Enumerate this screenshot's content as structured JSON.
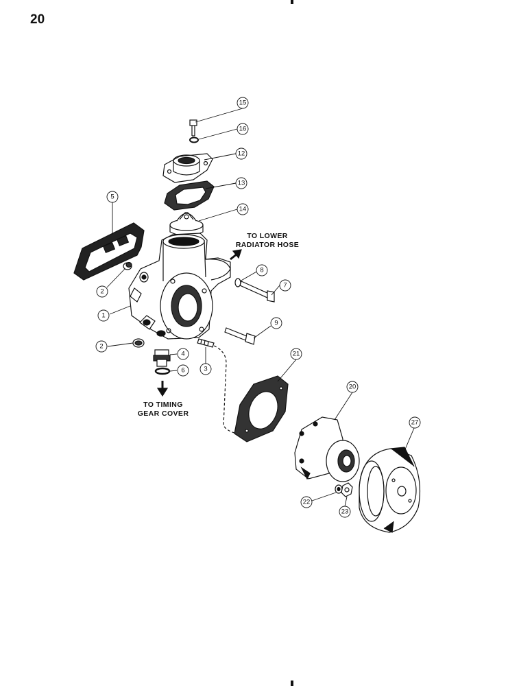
{
  "page": {
    "number": "20"
  },
  "notes": {
    "lower_hose": [
      "TO LOWER",
      "RADIATOR HOSE"
    ],
    "timing_cover": [
      "TO TIMING",
      "GEAR COVER"
    ]
  },
  "callouts": [
    {
      "id": "c15",
      "label": "15"
    },
    {
      "id": "c16",
      "label": "16"
    },
    {
      "id": "c12",
      "label": "12"
    },
    {
      "id": "c13",
      "label": "13"
    },
    {
      "id": "c5",
      "label": "5"
    },
    {
      "id": "c14",
      "label": "14"
    },
    {
      "id": "c8",
      "label": "8"
    },
    {
      "id": "c7",
      "label": "7"
    },
    {
      "id": "c2a",
      "label": "2"
    },
    {
      "id": "c1",
      "label": "1"
    },
    {
      "id": "c9",
      "label": "9"
    },
    {
      "id": "c2b",
      "label": "2"
    },
    {
      "id": "c4",
      "label": "4"
    },
    {
      "id": "c6",
      "label": "6"
    },
    {
      "id": "c3",
      "label": "3"
    },
    {
      "id": "c21",
      "label": "21"
    },
    {
      "id": "c20",
      "label": "20"
    },
    {
      "id": "c27",
      "label": "27"
    },
    {
      "id": "c22",
      "label": "22"
    },
    {
      "id": "c23",
      "label": "23"
    }
  ]
}
